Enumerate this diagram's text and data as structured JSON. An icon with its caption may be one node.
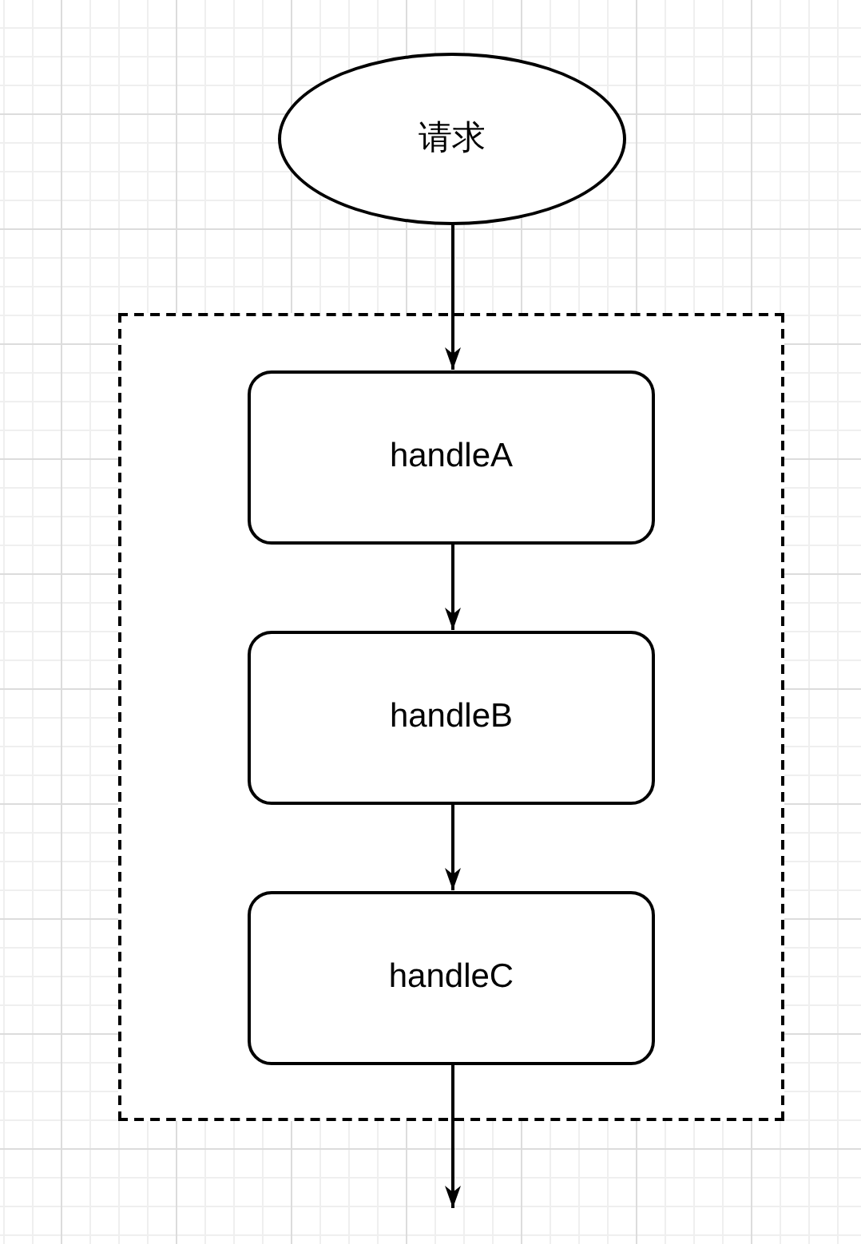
{
  "diagram": {
    "nodes": [
      {
        "text": [
          "请求"
        ]
      },
      {
        "text": [],
        "shape": "box"
      },
      {
        "text": [
          "handleA"
        ],
        "in": 1
      },
      {
        "text": [
          "handleB"
        ],
        "in": 1
      },
      {
        "text": [
          "handleC"
        ],
        "in": 1
      }
    ],
    "edges": [
      {
        "from": 0,
        "to": 2,
        "arrow": "to"
      },
      {
        "from": 2,
        "to": 3,
        "arrow": "to"
      },
      {
        "from": 3,
        "to": 4,
        "arrow": "to"
      },
      {
        "from": 4,
        "to": null,
        "arrow": "to"
      }
    ]
  }
}
